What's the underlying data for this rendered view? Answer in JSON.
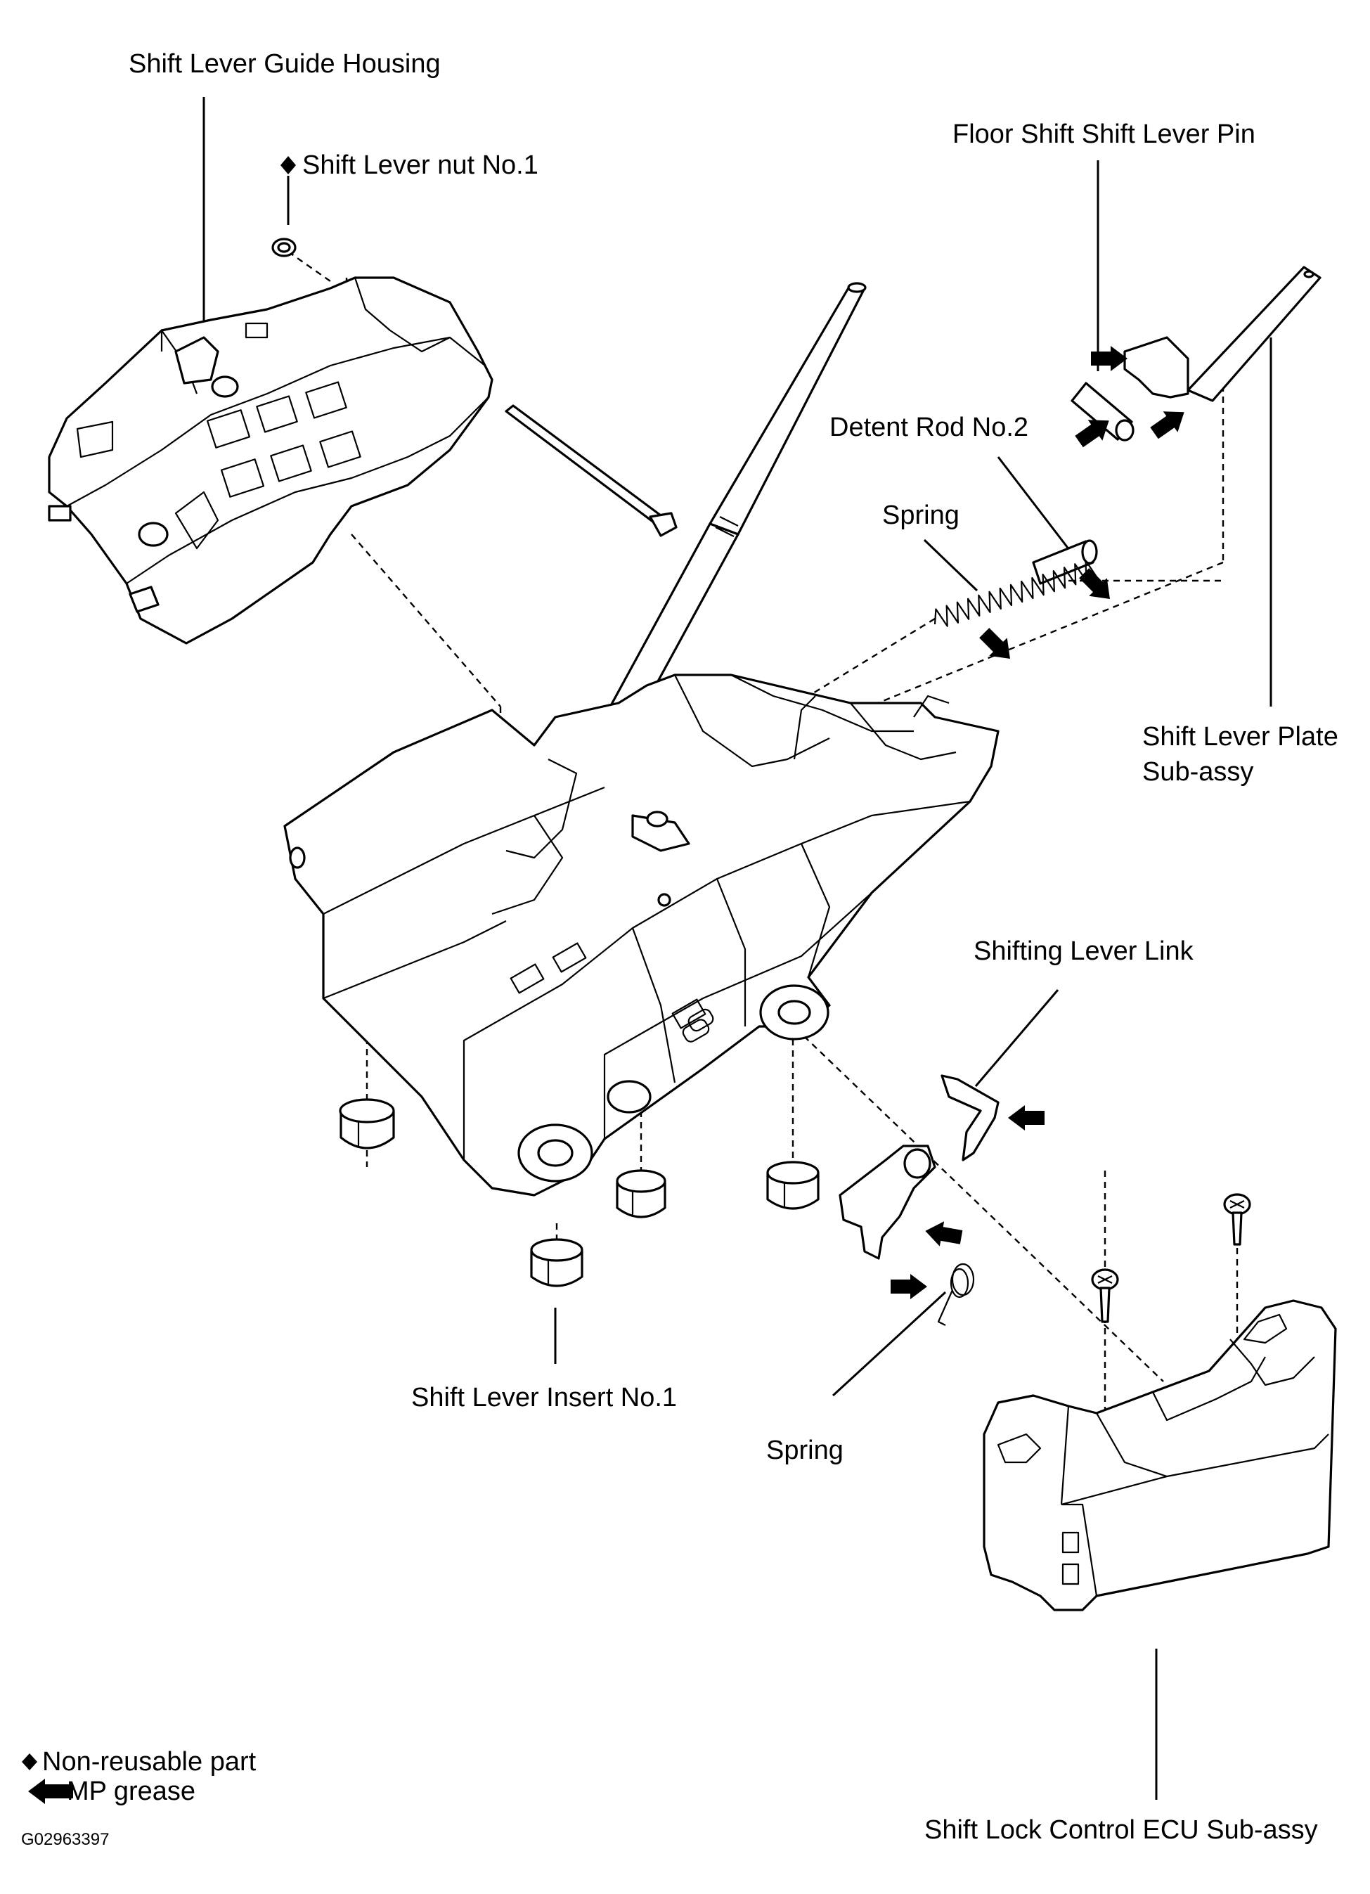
{
  "labels": {
    "guide_housing": "Shift Lever Guide Housing",
    "nut": "Shift Lever nut No.1",
    "pin": "Floor Shift Shift Lever Pin",
    "detent_rod": "Detent Rod No.2",
    "spring_top": "Spring",
    "plate_line1": "Shift Lever Plate",
    "plate_line2": "Sub-assy",
    "lever_link": "Shifting Lever Link",
    "insert": "Shift Lever Insert No.1",
    "spring_bottom": "Spring",
    "ecu": "Shift Lock Control ECU Sub-assy"
  },
  "legend": {
    "non_reusable": "Non-reusable  part",
    "grease": "MP grease"
  },
  "figure_id": "G02963397"
}
